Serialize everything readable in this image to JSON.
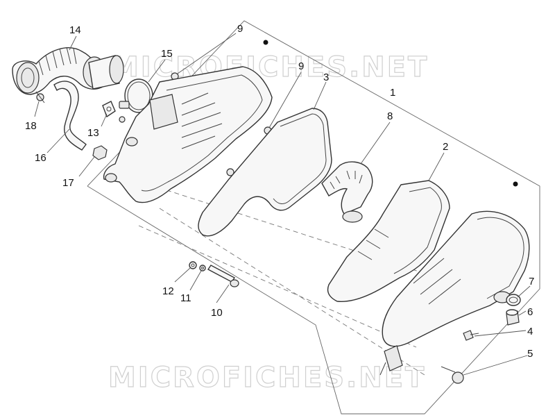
{
  "watermark": "MICROFICHES.NET",
  "callouts": [
    {
      "id": "c14",
      "text": "14"
    },
    {
      "id": "c15",
      "text": "15"
    },
    {
      "id": "c18",
      "text": "18"
    },
    {
      "id": "c13",
      "text": "13"
    },
    {
      "id": "c16",
      "text": "16"
    },
    {
      "id": "c17",
      "text": "17"
    },
    {
      "id": "c9a",
      "text": "9"
    },
    {
      "id": "c9b",
      "text": "9"
    },
    {
      "id": "c3",
      "text": "3"
    },
    {
      "id": "c1",
      "text": "1"
    },
    {
      "id": "c8",
      "text": "8"
    },
    {
      "id": "c2",
      "text": "2"
    },
    {
      "id": "c7",
      "text": "7"
    },
    {
      "id": "c6",
      "text": "6"
    },
    {
      "id": "c4",
      "text": "4"
    },
    {
      "id": "c5",
      "text": "5"
    },
    {
      "id": "c12",
      "text": "12"
    },
    {
      "id": "c11",
      "text": "11"
    },
    {
      "id": "c10",
      "text": "10"
    }
  ]
}
